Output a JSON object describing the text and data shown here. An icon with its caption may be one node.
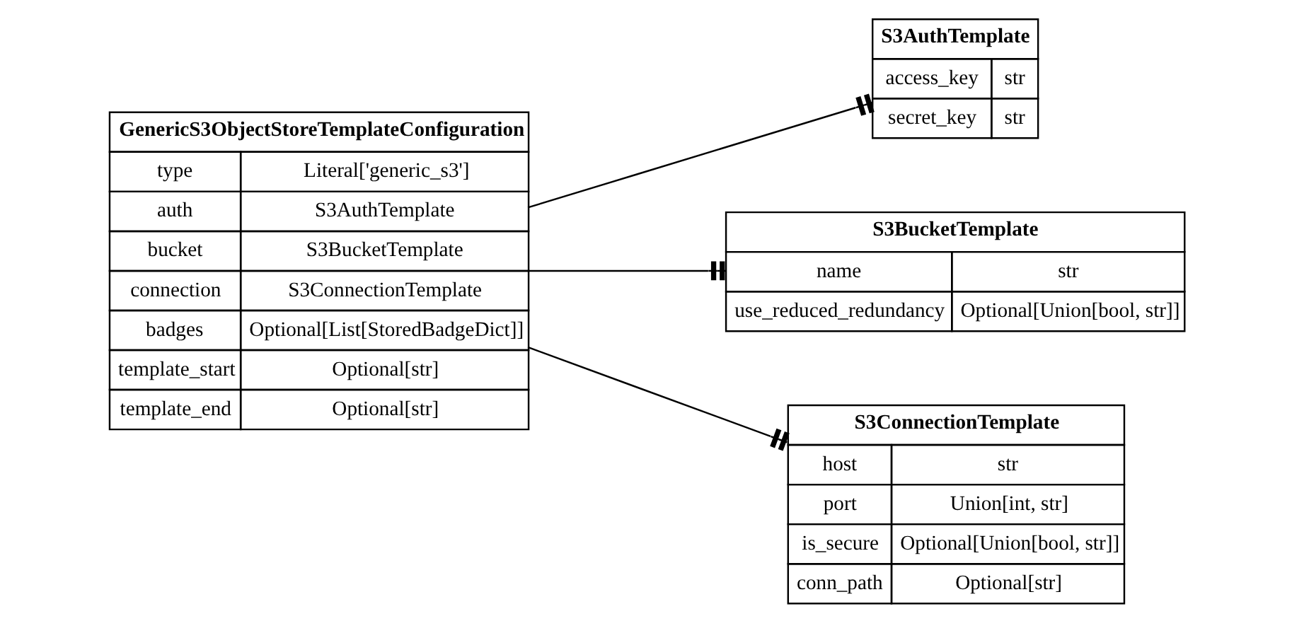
{
  "diagram": {
    "nodes": [
      {
        "text": [
          "GenericS3ObjectStoreTemplateConfiguration",
          "type",
          "Literal['generic_s3']",
          "auth",
          "S3AuthTemplate",
          "bucket",
          "S3BucketTemplate",
          "connection",
          "S3ConnectionTemplate",
          "badges",
          "Optional[List[StoredBadgeDict]]",
          "template_start",
          "Optional[str]",
          "template_end",
          "Optional[str]"
        ]
      },
      {
        "text": [
          "S3AuthTemplate",
          "access_key",
          "str",
          "secret_key",
          "str"
        ]
      },
      {
        "text": [
          "S3BucketTemplate",
          "name",
          "str",
          "use_reduced_redundancy",
          "Optional[Union[bool, str]]"
        ]
      },
      {
        "text": [
          "S3ConnectionTemplate",
          "host",
          "str",
          "port",
          "Union[int, str]",
          "is_secure",
          "Optional[Union[bool, str]]",
          "conn_path",
          "Optional[str]"
        ]
      }
    ],
    "edges": [
      {
        "from": 0,
        "to": 1,
        "arrow": "other"
      },
      {
        "from": 0,
        "to": 2,
        "arrow": "other"
      },
      {
        "from": 0,
        "to": 3,
        "arrow": "other"
      }
    ]
  }
}
